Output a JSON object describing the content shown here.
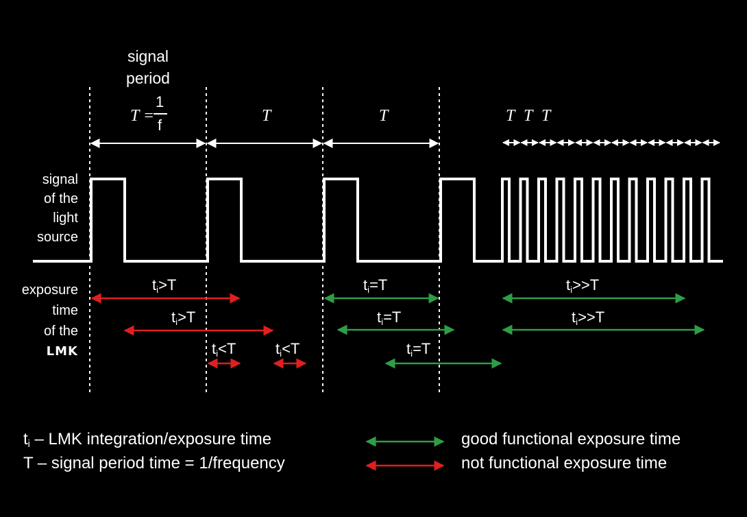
{
  "colors": {
    "background": "#000000",
    "signal": "#ffffff",
    "good": "#2e9e46",
    "bad": "#e01f1f"
  },
  "labels": {
    "signal_period_1": "signal",
    "signal_period_2": "period",
    "T_eq": "T =",
    "frac_num": "1",
    "frac_den": "f",
    "T": "T",
    "signal_1": "signal",
    "signal_2": "of the",
    "signal_3": "light",
    "signal_4": "source",
    "exposure_1": "exposure",
    "exposure_2": "time",
    "exposure_3": "of the",
    "brand": "LMK"
  },
  "measures": {
    "t": "t",
    "i": "i",
    "gt": ">T",
    "eq": "=T",
    "lt": "<T",
    "gg": ">>T"
  },
  "legend": {
    "t": "t",
    "i": "i",
    "ti_rest": " – LMK integration/exposure time",
    "T_line": "T – signal period time = 1/frequency",
    "good": "good functional exposure time",
    "bad": "not functional exposure time"
  }
}
